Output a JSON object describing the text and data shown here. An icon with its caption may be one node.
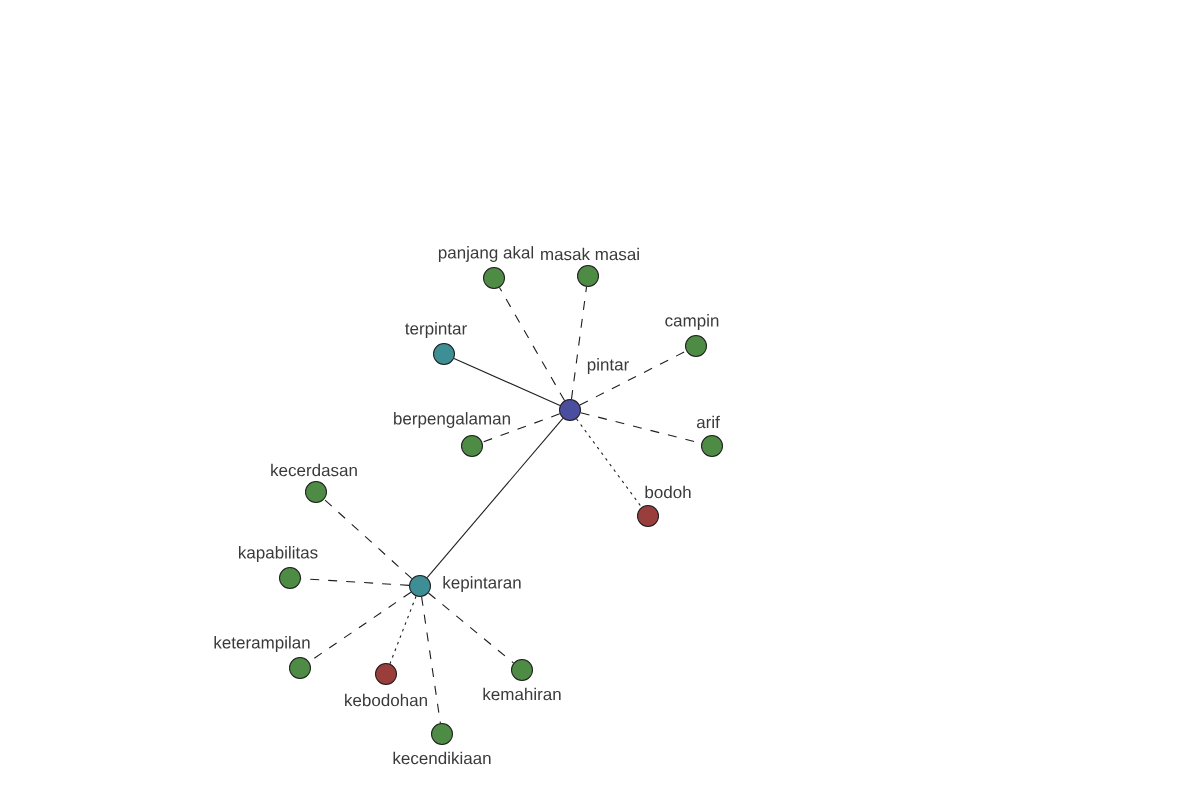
{
  "diagram": {
    "nodes": [
      {
        "text": [
          "panjang akal"
        ]
      },
      {
        "text": [
          "masak masai"
        ]
      },
      {
        "text": [
          "terpintar"
        ]
      },
      {
        "text": [
          "campin"
        ]
      },
      {
        "text": [
          "pintar"
        ]
      },
      {
        "text": [
          "berpengalaman"
        ]
      },
      {
        "text": [
          "arif"
        ]
      },
      {
        "text": [
          "kecerdasan"
        ]
      },
      {
        "text": [
          "bodoh"
        ]
      },
      {
        "text": [
          "kapabilitas"
        ]
      },
      {
        "text": [
          "kepintaran"
        ]
      },
      {
        "text": [
          "keterampilan"
        ]
      },
      {
        "text": [
          "kebodohan"
        ]
      },
      {
        "text": [
          "kemahiran"
        ]
      },
      {
        "text": [
          "kecendikiaan"
        ]
      }
    ],
    "edges": [
      {
        "from": 4,
        "to": 0,
        "arrow": "none",
        "style": "dashed"
      },
      {
        "from": 4,
        "to": 1,
        "arrow": "none",
        "style": "dashed"
      },
      {
        "from": 4,
        "to": 2,
        "arrow": "none"
      },
      {
        "from": 4,
        "to": 3,
        "arrow": "none",
        "style": "dashed"
      },
      {
        "from": 4,
        "to": 5,
        "arrow": "none",
        "style": "dashed"
      },
      {
        "from": 4,
        "to": 6,
        "arrow": "none",
        "style": "dashed"
      },
      {
        "from": 4,
        "to": 8,
        "arrow": "none",
        "style": "dashed"
      },
      {
        "from": 4,
        "to": 10,
        "arrow": "none"
      },
      {
        "from": 10,
        "to": 7,
        "arrow": "none",
        "style": "dashed"
      },
      {
        "from": 10,
        "to": 9,
        "arrow": "none",
        "style": "dashed"
      },
      {
        "from": 10,
        "to": 11,
        "arrow": "none",
        "style": "dashed"
      },
      {
        "from": 10,
        "to": 12,
        "arrow": "none",
        "style": "dashed"
      },
      {
        "from": 10,
        "to": 13,
        "arrow": "none",
        "style": "dashed"
      },
      {
        "from": 10,
        "to": 14,
        "arrow": "none",
        "style": "dashed"
      }
    ]
  }
}
